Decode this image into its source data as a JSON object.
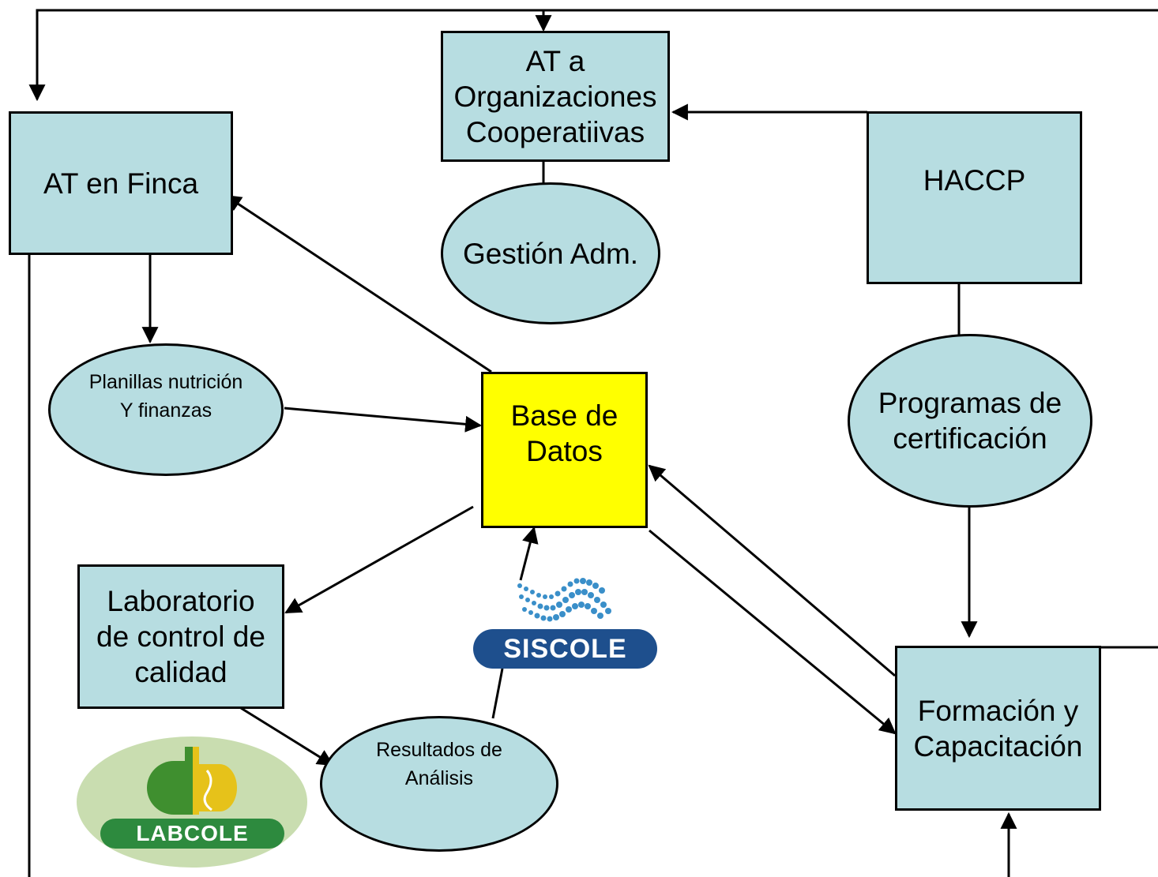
{
  "diagram": {
    "nodes": {
      "at_organizaciones": "AT  a\nOrganizaciones\nCooperatiivas",
      "at_finca": "AT  en Finca",
      "haccp": "HACCP",
      "gestion": "Gestión Adm.",
      "planillas": "Planillas nutrición\nY finanzas",
      "base_datos": "Base de\nDatos",
      "programas": "Programas de\ncertificación",
      "laboratorio": "Laboratorio\nde control de\ncalidad",
      "formacion": "Formación y\nCapacitación",
      "resultados": "Resultados de\nAnálisis"
    },
    "logos": {
      "siscole": "SISCOLE",
      "labcole": "LABCOLE"
    },
    "colors": {
      "node_fill": "#b7dde1",
      "database_fill": "#ffff00",
      "siscole_blue": "#1e4f8d",
      "labcole_green": "#2d8a3e"
    }
  }
}
